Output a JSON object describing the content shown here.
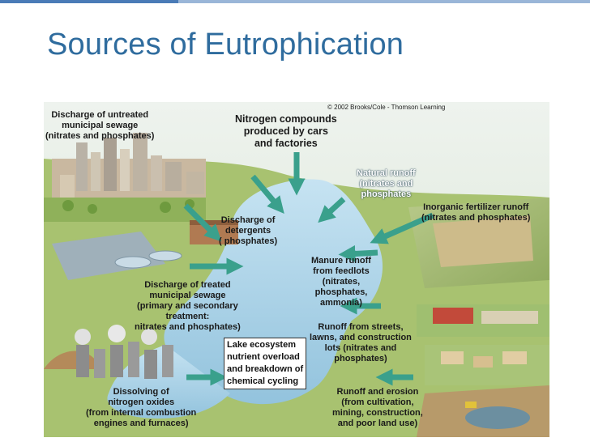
{
  "slide": {
    "title": "Sources of Eutrophication"
  },
  "figure": {
    "copyright": "© 2002 Brooks/Cole - Thomson Learning",
    "labels": {
      "untreated_sewage": "Discharge of untreated\nmunicipal sewage\n(nitrates and phosphates)",
      "nitrogen_compounds": "Nitrogen compounds\nproduced by cars\nand factories",
      "natural_runoff": "Natural runoff\n(nitrates and\nphosphates",
      "inorganic_fertilizer": "Inorganic fertilizer runoff\n(nitrates and phosphates)",
      "detergents": "Discharge of\ndetergents\n( phosphates)",
      "manure_runoff": "Manure runoff\nfrom feedlots\n(nitrates,\nphosphates,\nammonia)",
      "treated_sewage": "Discharge of treated\nmunicipal sewage\n(primary and secondary\ntreatment:\nnitrates and phosphates)",
      "street_runoff": "Runoff from streets,\nlawns, and construction\nlots (nitrates and\nphosphates)",
      "lake_ecosystem": "Lake ecosystem\nnutrient overload\nand breakdown of\nchemical cycling",
      "nitrogen_oxides": "Dissolving of\nnitrogen oxides\n(from internal combustion\nengines and furnaces)",
      "erosion": "Runoff and erosion\n(from cultivation,\nmining, construction,\nand poor land use)"
    }
  },
  "colors": {
    "title": "#2f6c9e",
    "lake": "#a9d3ea",
    "arrow": "#3aa08c"
  }
}
